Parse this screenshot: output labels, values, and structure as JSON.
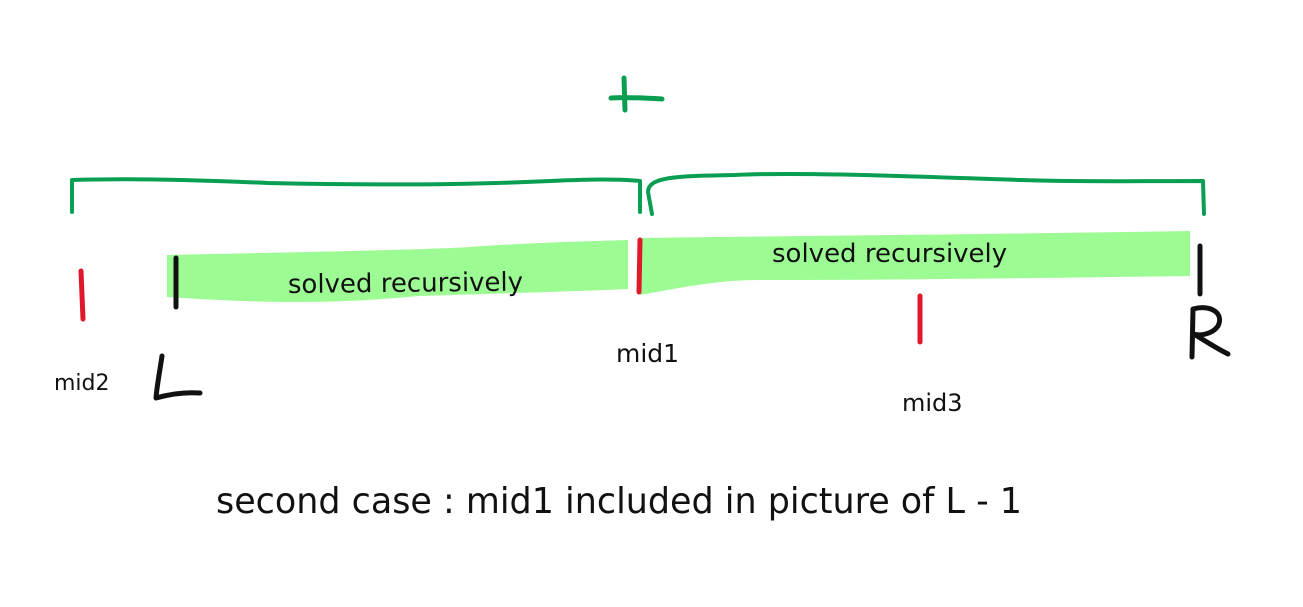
{
  "diagram": {
    "operator": "+",
    "labels": {
      "mid2": "mid2",
      "L": "L",
      "mid1": "mid1",
      "mid3": "mid3",
      "R": "R"
    },
    "segments": {
      "left": "solved recursively",
      "right": "solved recursively"
    },
    "caption": "second case : mid1 included in picture of L - 1"
  },
  "colors": {
    "bracket": "#0a9e52",
    "highlight": "#9dfb94",
    "red_mark": "#e0182b",
    "black_mark": "#111111"
  }
}
